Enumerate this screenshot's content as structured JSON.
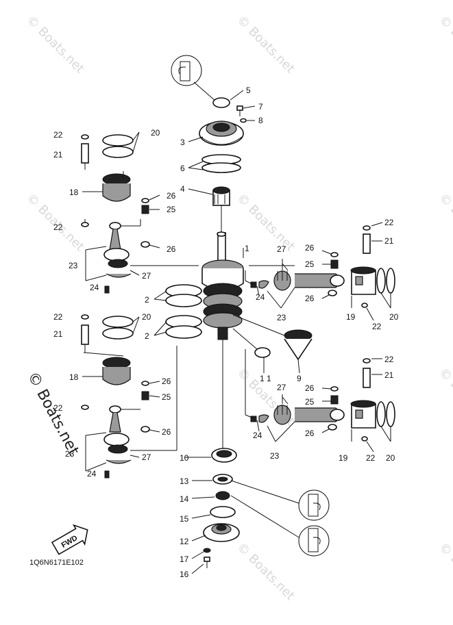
{
  "watermark": "© Boats.net",
  "diagram_code": "1Q6N6171E102",
  "fwd_label": "FWD",
  "labels": {
    "p1": "1",
    "p2a": "2",
    "p2b": "2",
    "p3": "3",
    "p4": "4",
    "p5": "5",
    "p6": "6",
    "p7": "7",
    "p8": "8",
    "p9": "9",
    "p10": "10",
    "p11": "1 1",
    "p12": "12",
    "p13": "13",
    "p14": "14",
    "p15": "15",
    "p16": "16",
    "p17": "17",
    "p18a": "18",
    "p18b": "18",
    "p19a": "19",
    "p19b": "19",
    "p20a": "20",
    "p20b": "20",
    "p20c": "20",
    "p20d": "20",
    "p21a": "21",
    "p21b": "21",
    "p21c": "21",
    "p21d": "21",
    "p22a": "22",
    "p22b": "22",
    "p22c": "22",
    "p22d": "22",
    "p22e": "22",
    "p22f": "22",
    "p22g": "22",
    "p22h": "22",
    "p23a": "23",
    "p23b": "23",
    "p23c": "23",
    "p23d": "23",
    "p24a": "24",
    "p24b": "24",
    "p24c": "24",
    "p24d": "24",
    "p25a": "25",
    "p25b": "25",
    "p25c": "25",
    "p25d": "25",
    "p26a": "26",
    "p26b": "26",
    "p26c": "26",
    "p26d": "26",
    "p26e": "26",
    "p26f": "26",
    "p26g": "26",
    "p26h": "26",
    "p27a": "27",
    "p27b": "27",
    "p27c": "27",
    "p27d": "27"
  }
}
